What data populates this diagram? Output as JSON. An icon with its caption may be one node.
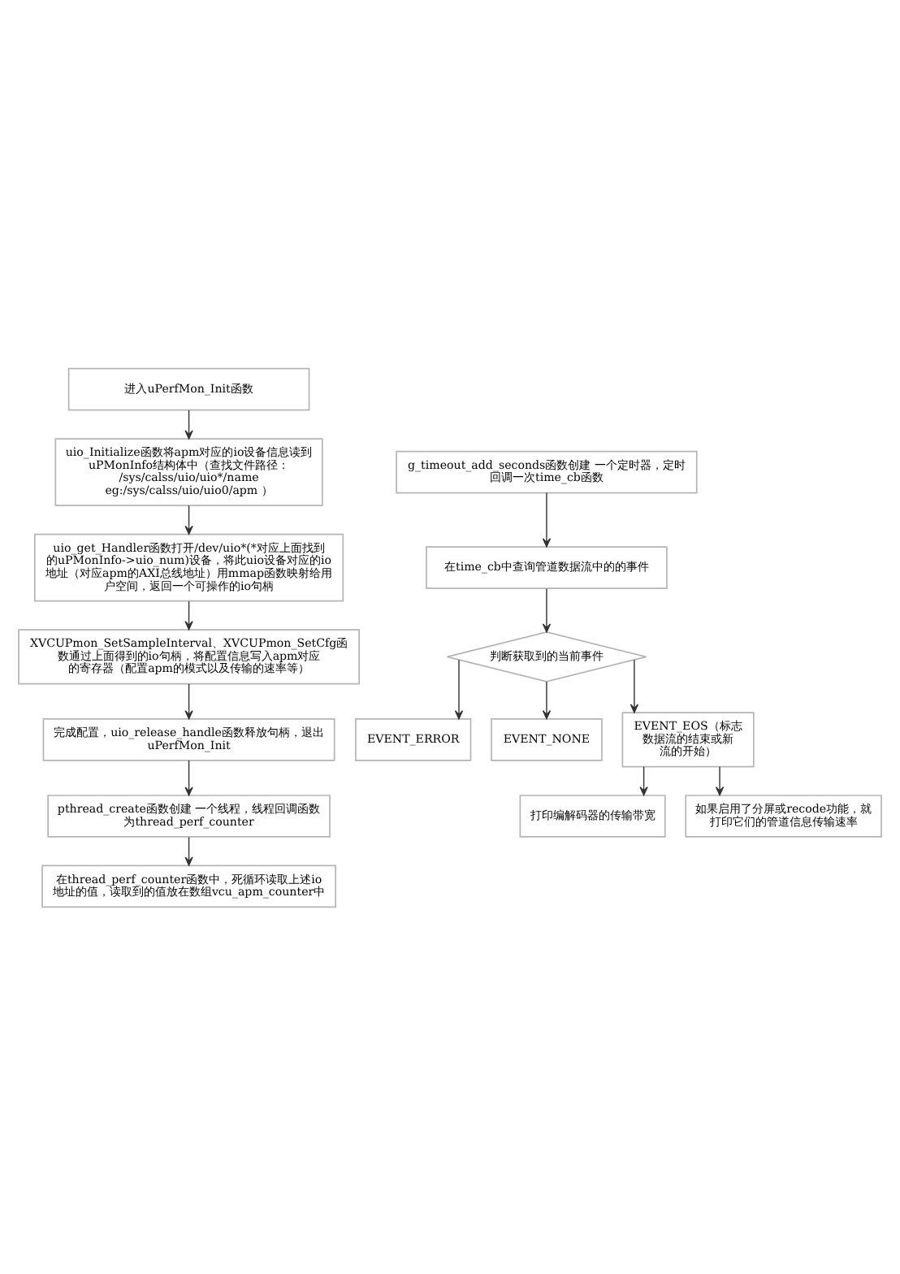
{
  "diagram": {
    "nodes": [
      {
        "text": [
          "进入uPerfMon_Init函数"
        ]
      },
      {
        "text": [
          "uio_Initialize函数将apm对应的io设备信息读到uPMonInfo结构体中（查找文件路径： /sys/calss/uio/uio*/name eg:/sys/calss/uio/uio0/apm ）"
        ]
      },
      {
        "text": [
          "uio_get_Handler函数打开/dev/uio*(*对应上面找到的uPMonInfo->uio_num)设备，将此uio设备对应的io地址（对应apm的AXI总线地址）用mmap函数映射给用户空间，返回一个可操作的io句柄"
        ]
      },
      {
        "text": [
          "XVCUPmon_SetSampleInterval、XVCUPmon_SetCfg函数通过上面得到的io句柄，将配置信息写入apm对应的寄存器（配置apm的模式以及传输的速率等）"
        ]
      },
      {
        "text": [
          "完成配置，uio_release_handle函数释放句柄，退出uPerfMon_Init"
        ]
      },
      {
        "text": [
          "pthread_create函数创建 一个线程，线程回调函数为thread_perf_counter"
        ]
      },
      {
        "text": [
          "在thread_perf_counter函数中，死循环读取上述io地址的值，读取到的值放在数组vcu_apm_counter中"
        ]
      },
      {
        "text": [
          "g_timeout_add_seconds函数创建 一个定时器，定时回调一次time_cb函数"
        ]
      },
      {
        "text": [
          "在time_cb中查询管道数据流中的的事件"
        ]
      },
      {
        "text": [
          "判断获取到的当前事件"
        ]
      },
      {
        "text": [
          "EVENT_ERROR"
        ]
      },
      {
        "text": [
          "EVENT_NONE"
        ]
      },
      {
        "text": [
          "EVENT_EOS（标志数据流的结束或新流的开始）"
        ]
      },
      {
        "text": [
          "打印编解码器的传输带宽"
        ]
      },
      {
        "text": [
          "如果启用了分屏或recode功能，就打印它们的管道信息传输速率"
        ]
      }
    ],
    "edges": [
      {
        "from": 0,
        "to": 1,
        "arrow": "to"
      },
      {
        "from": 1,
        "to": 2,
        "arrow": "to"
      },
      {
        "from": 2,
        "to": 3,
        "arrow": "to"
      },
      {
        "from": 3,
        "to": 4,
        "arrow": "to"
      },
      {
        "from": 4,
        "to": 5,
        "arrow": "to"
      },
      {
        "from": 5,
        "to": 6,
        "arrow": "to"
      },
      {
        "from": 7,
        "to": 8,
        "arrow": "to"
      },
      {
        "from": 8,
        "to": 9,
        "arrow": "to"
      },
      {
        "from": 9,
        "to": 10,
        "arrow": "to"
      },
      {
        "from": 9,
        "to": 11,
        "arrow": "to"
      },
      {
        "from": 9,
        "to": 12,
        "arrow": "to"
      },
      {
        "from": 12,
        "to": 13,
        "arrow": "to"
      },
      {
        "from": 12,
        "to": 14,
        "arrow": "to"
      }
    ]
  }
}
